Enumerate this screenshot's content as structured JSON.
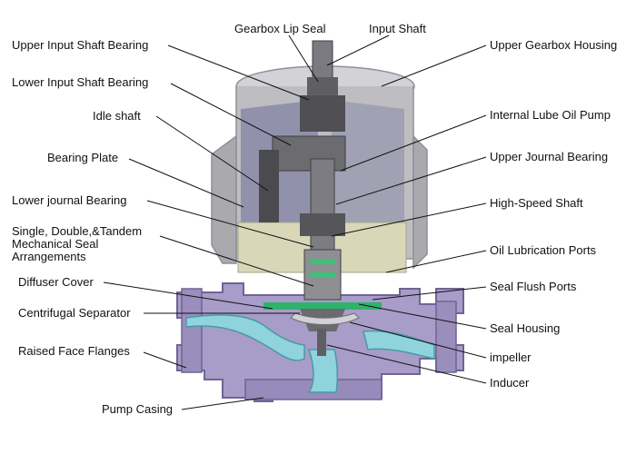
{
  "labels_left": [
    "Upper Input Shaft Bearing",
    "Lower Input Shaft Bearing",
    "Idle shaft",
    "Bearing Plate",
    "Lower  journal Bearing",
    "Single, Double,&Tandem\nMechanical Seal\nArrangements",
    "Diffuser Cover",
    "Centrifugal Separator",
    "Raised Face Flanges",
    "Pump Casing"
  ],
  "labels_top": [
    "Gearbox Lip Seal",
    "Input Shaft"
  ],
  "labels_right": [
    "Upper Gearbox Housing",
    "Internal Lube Oil Pump",
    "Upper Journal  Bearing",
    "High-Speed Shaft",
    "Oil Lubrication Ports",
    "Seal Flush Ports",
    "Seal Housing",
    "impeller",
    "Inducer"
  ],
  "colors": {
    "casing": "#a89cc8",
    "casing_dark": "#6f6494",
    "housing_grey": "#bdbdc2",
    "housing_dark": "#8f8f96",
    "fluid": "#8fd3dc",
    "oil": "#d9d7b8",
    "seal_green": "#2fb36a",
    "line": "#111111"
  }
}
